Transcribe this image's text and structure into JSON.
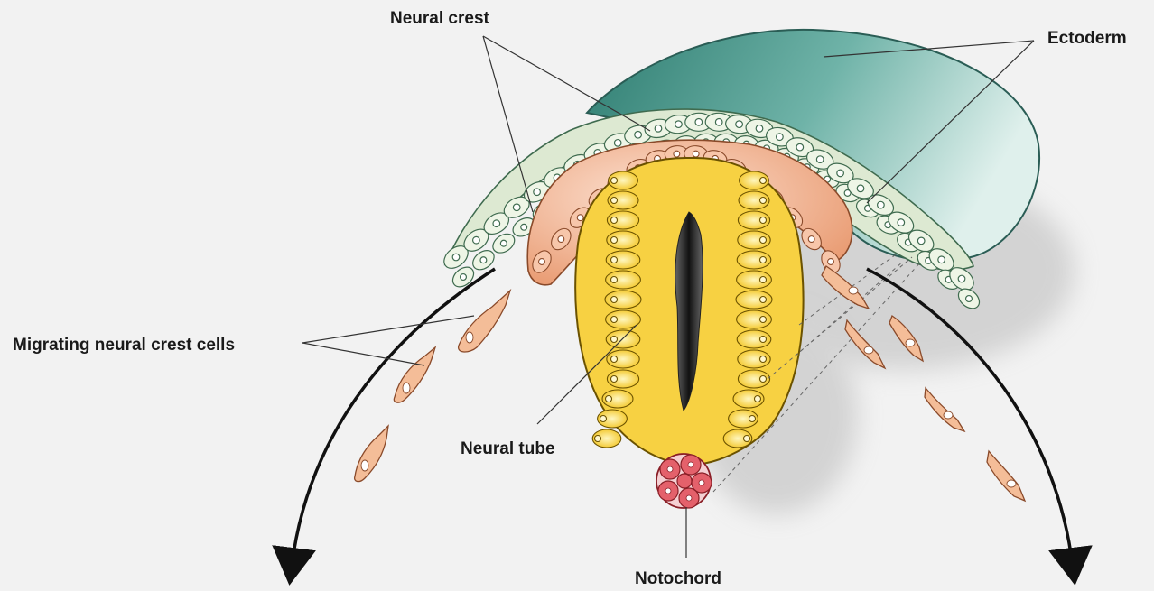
{
  "labels": {
    "neural_crest": "Neural crest",
    "ectoderm": "Ectoderm",
    "migrating": "Migrating neural crest cells",
    "neural_tube": "Neural tube",
    "notochord": "Notochord"
  },
  "colors": {
    "background": "#f2f2f2",
    "ectoderm_fill": "#3a8f80",
    "ectoderm_cells": "#d9e8cf",
    "neural_crest_cells": "#f3b99a",
    "neural_tube_cells": "#f7d142",
    "lumen": "#2a2a2a",
    "notochord": "#d9444f",
    "migrating_cells": "#f0b48a",
    "arrow": "#111111"
  }
}
